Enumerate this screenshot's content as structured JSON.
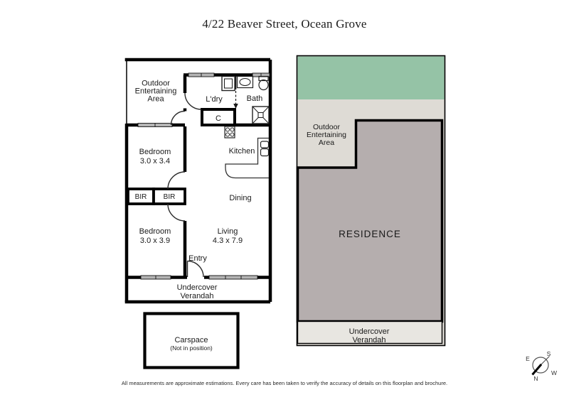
{
  "title": "4/22 Beaver Street, Ocean Grove",
  "disclaimer": "All measurements are approximate estimations. Every care has been taken to verify the accuracy of details on this floorplan and brochure.",
  "floorplan": {
    "rooms": {
      "outdoor": {
        "line1": "Outdoor",
        "line2": "Entertaining",
        "line3": "Area"
      },
      "laundry": "L'dry",
      "bath": "Bath",
      "cupboard": "C",
      "kitchen": "Kitchen",
      "bedroom1": {
        "name": "Bedroom",
        "dims": "3.0 x 3.4"
      },
      "dining": "Dining",
      "bir_left": "BIR",
      "bir_right": "BIR",
      "bedroom2": {
        "name": "Bedroom",
        "dims": "3.0 x 3.9"
      },
      "living": {
        "name": "Living",
        "dims": "4.3 x 7.9"
      },
      "entry": "Entry",
      "verandah": {
        "line1": "Undercover",
        "line2": "Verandah"
      }
    },
    "carspace": {
      "line1": "Carspace",
      "line2": "(Not in position)"
    }
  },
  "siteplan": {
    "outdoor": {
      "line1": "Outdoor",
      "line2": "Entertaining",
      "line3": "Area"
    },
    "residence": "RESIDENCE",
    "verandah": {
      "line1": "Undercover",
      "line2": "Verandah"
    },
    "colors": {
      "garden": "#95c3a6",
      "ground": "#dedbd5",
      "residence": "#b5aeae",
      "verandah": "#e8e6e1",
      "wall": "#000000"
    }
  },
  "compass": {
    "n": "N",
    "s": "S",
    "e": "E",
    "w": "W"
  }
}
